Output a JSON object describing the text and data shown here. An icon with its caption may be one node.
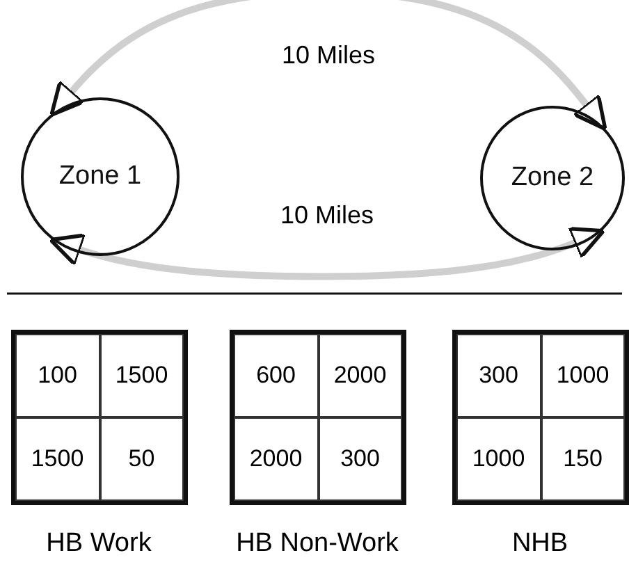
{
  "diagram": {
    "nodes": [
      {
        "text": [
          "Zone 1"
        ]
      },
      {
        "text": [
          "Zone 2"
        ]
      }
    ],
    "edges": [
      {
        "from": 0,
        "to": 1,
        "arrow": "both",
        "label": "10 Miles"
      },
      {
        "from": 0,
        "to": 1,
        "arrow": "both",
        "label": "10 Miles"
      }
    ],
    "labels": [
      "100",
      "1500",
      "1500",
      "50",
      "600",
      "2000",
      "2000",
      "300",
      "300",
      "1000",
      "1000",
      "150",
      "HB Work",
      "HB Non-Work",
      "NHB"
    ]
  }
}
